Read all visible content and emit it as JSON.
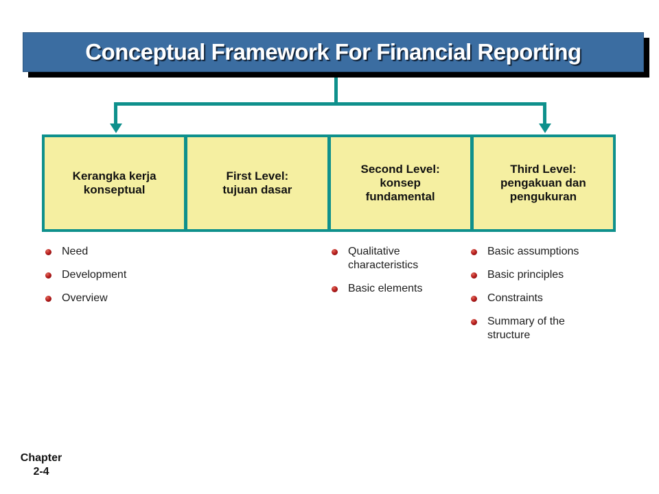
{
  "title": "Conceptual Framework For Financial Reporting",
  "boxes": [
    {
      "label": "Kerangka kerja\nkonseptual"
    },
    {
      "label": "First Level:\ntujuan dasar"
    },
    {
      "label": "Second Level:\nkonsep\nfundamental"
    },
    {
      "label": "Third Level:\npengakuan dan\npengukuran"
    }
  ],
  "bullet_columns": [
    {
      "items": [
        "Need",
        "Development",
        "Overview"
      ]
    },
    {
      "items": [
        "Qualitative\ncharacteristics",
        "Basic elements"
      ]
    },
    {
      "items": [
        "Basic assumptions",
        "Basic principles",
        "Constraints",
        "Summary of the\nstructure"
      ]
    }
  ],
  "footer": {
    "chapter_label": "Chapter\n2-4"
  },
  "colors": {
    "title_bg": "#3B6DA1",
    "accent_teal": "#0E908C",
    "box_fill": "#F5EFA1",
    "bullet_red": "#B92020",
    "shadow": "#000000"
  }
}
